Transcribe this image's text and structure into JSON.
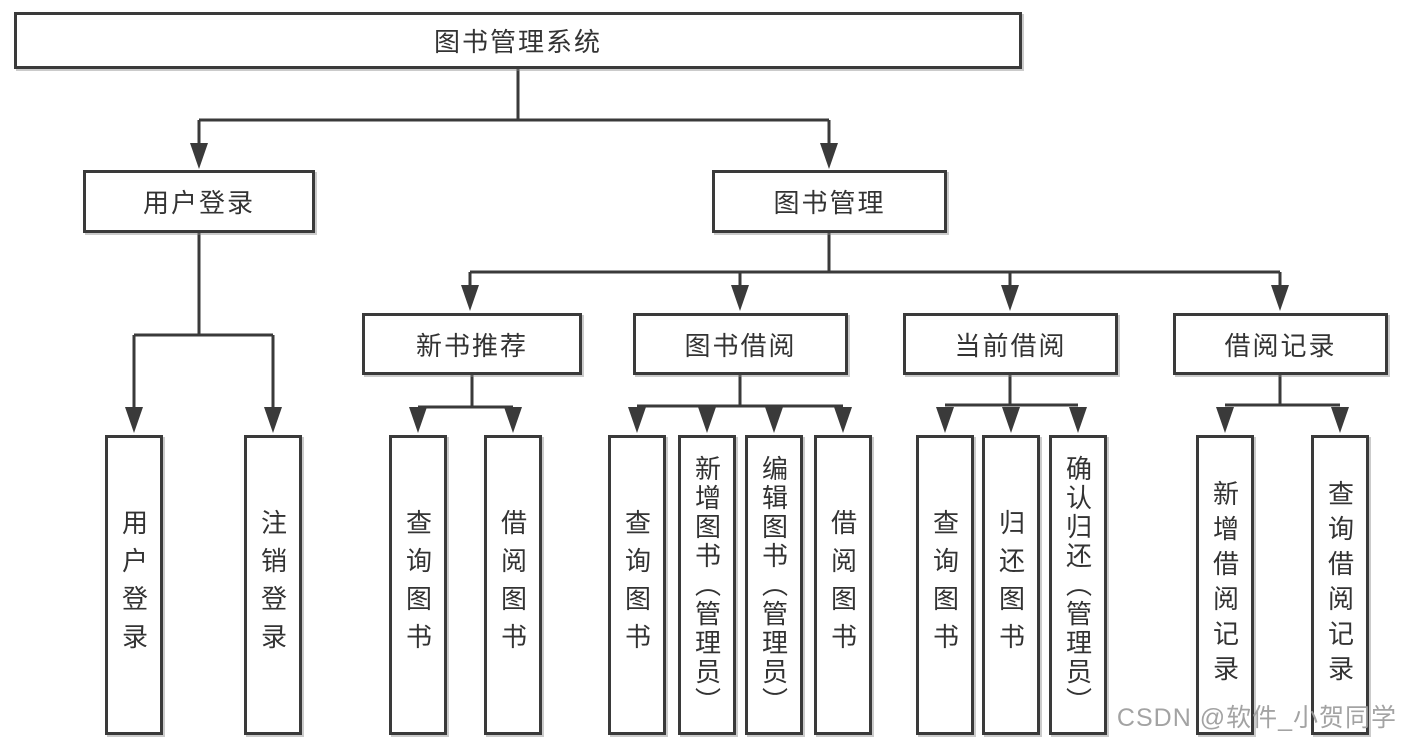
{
  "diagram": {
    "type": "tree",
    "colors": {
      "line": "#3a3a3a",
      "box_border": "#3a3a3a",
      "text": "#333333",
      "watermark": "#9e9e9e",
      "background": "#ffffff"
    },
    "root": {
      "label": "图书管理系统"
    },
    "level2": [
      {
        "label": "用户登录"
      },
      {
        "label": "图书管理"
      }
    ],
    "level3": [
      {
        "label": "新书推荐"
      },
      {
        "label": "图书借阅"
      },
      {
        "label": "当前借阅"
      },
      {
        "label": "借阅记录"
      }
    ],
    "leaves": {
      "user_login": [
        {
          "label": "用户登录"
        },
        {
          "label": "注销登录"
        }
      ],
      "new_book": [
        {
          "label": "查询图书"
        },
        {
          "label": "借阅图书"
        }
      ],
      "book_borrow": [
        {
          "label": "查询图书"
        },
        {
          "label": "新增图书（管理员）"
        },
        {
          "label": "编辑图书（管理员）"
        },
        {
          "label": "借阅图书"
        }
      ],
      "current_borrow": [
        {
          "label": "查询图书"
        },
        {
          "label": "归还图书"
        },
        {
          "label": "确认归还（管理员）"
        }
      ],
      "borrow_record": [
        {
          "label": "新增借阅记录"
        },
        {
          "label": "查询借阅记录"
        }
      ]
    }
  },
  "watermark": {
    "text": "CSDN @软件_小贺同学"
  }
}
